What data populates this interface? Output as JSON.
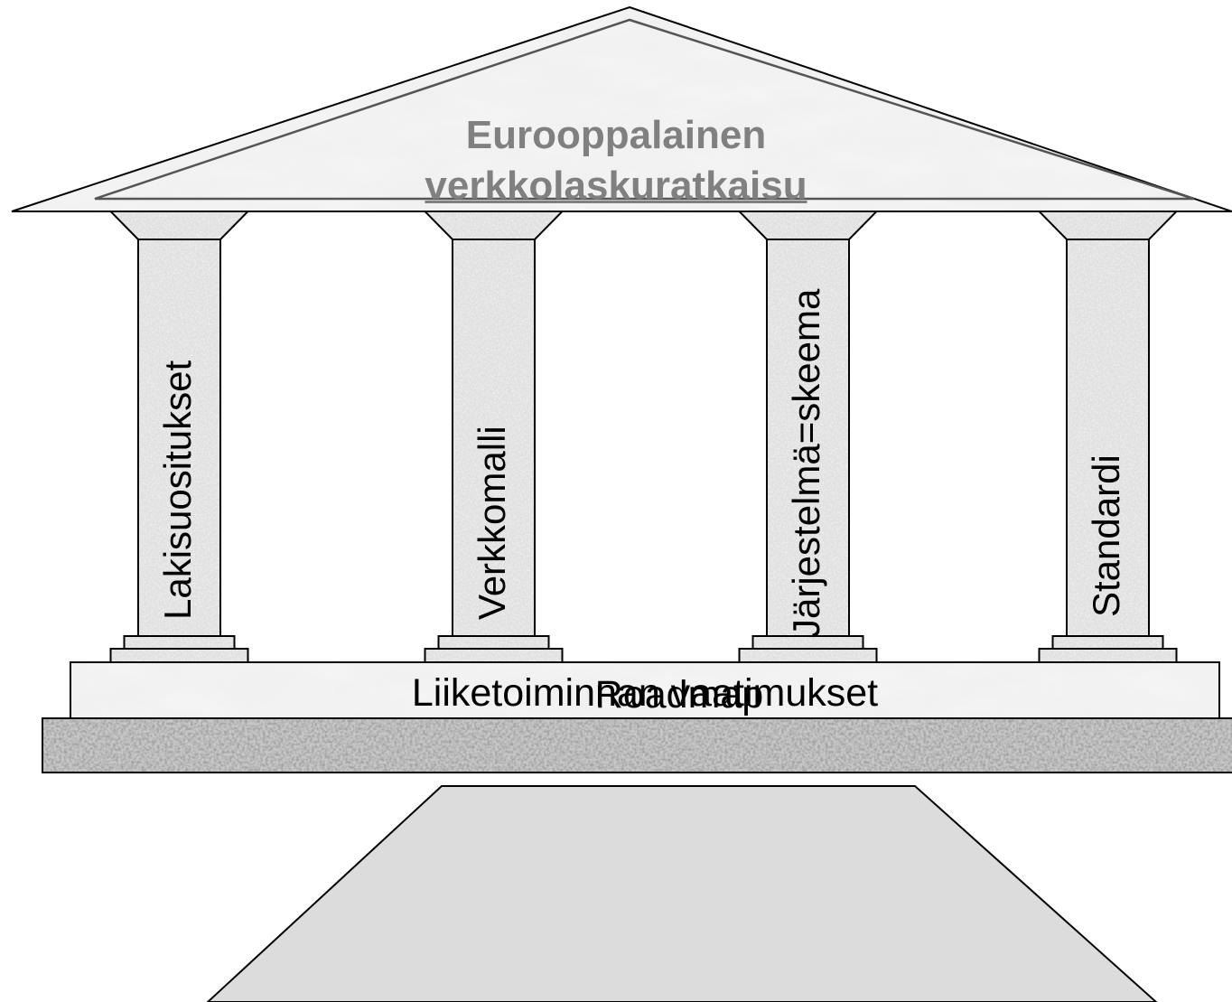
{
  "roof": {
    "line1": "Eurooppalainen",
    "line2": "verkkolaskuratkaisu"
  },
  "pillars": [
    {
      "label": "Lakisuositukset"
    },
    {
      "label": "Verkkomalli"
    },
    {
      "label": "Järjestelmä=skeema"
    },
    {
      "label": "Standardi"
    }
  ],
  "base": {
    "label": "Liiketoiminnan vaatimukset"
  },
  "road": {
    "label": "Roadmap"
  },
  "colors": {
    "marble": "#ececec",
    "granite": "#b4b4b4",
    "road": "#dcdcdc",
    "outline": "#000000",
    "roof_text": "#808080"
  }
}
